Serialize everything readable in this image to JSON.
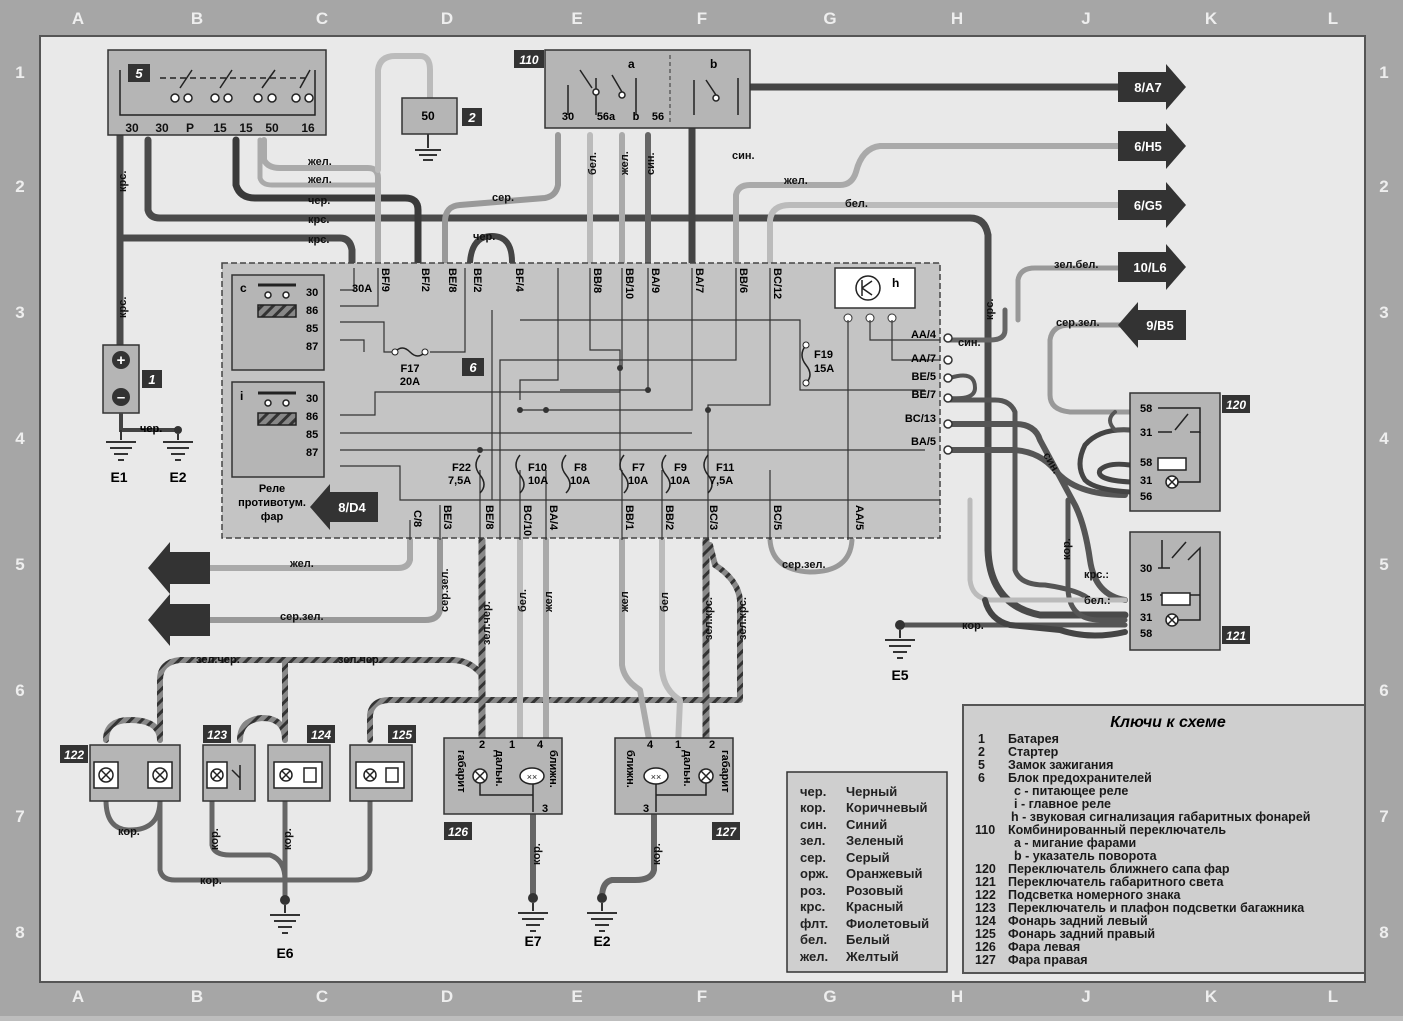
{
  "grid": {
    "columns": [
      "A",
      "B",
      "C",
      "D",
      "E",
      "F",
      "G",
      "H",
      "J",
      "K",
      "L"
    ],
    "rows": [
      "1",
      "2",
      "3",
      "4",
      "5",
      "6",
      "7",
      "8"
    ]
  },
  "components": {
    "c5": "5",
    "c2": "2",
    "c110": "110",
    "c6": "6",
    "c1": "1",
    "c120": "120",
    "c121": "121",
    "c122": "122",
    "c123": "123",
    "c124": "124",
    "c125": "125",
    "c126": "126",
    "c127": "127"
  },
  "ignition_terminals": [
    "30",
    "30",
    "P",
    "15",
    "15",
    "50",
    "16"
  ],
  "starter_terminal": "50",
  "switch110": {
    "terminals": [
      "30",
      "56a",
      "b",
      "56"
    ],
    "a": "a",
    "b": "b"
  },
  "connectors": [
    {
      "id": "c1",
      "text": "8/A7"
    },
    {
      "id": "c2",
      "text": "6/H5"
    },
    {
      "id": "c3",
      "text": "6/G5"
    },
    {
      "id": "c4",
      "text": "10/L6"
    },
    {
      "id": "c5",
      "text": "9/B5"
    },
    {
      "id": "c6",
      "text": "8/D4"
    }
  ],
  "fusebox_top_pins": [
    "30A",
    "BF/9",
    "BF/2",
    "BE/8",
    "BE/2",
    "BF/4",
    "BB/8",
    "BB/10",
    "BA/9",
    "BA/7",
    "BB/6",
    "BC/12"
  ],
  "fusebox_bottom_pins": [
    "C/8",
    "BE/3",
    "BE/8",
    "BC/10",
    "BA/4",
    "BB/1",
    "BB/2",
    "BC/3",
    "BC/5",
    "AA/5"
  ],
  "fusebox_right_pins": [
    "AA/4",
    "AA/7",
    "BE/5",
    "BE/7",
    "BC/13",
    "BA/5"
  ],
  "relay_c": {
    "label": "c",
    "pins": [
      "30",
      "86",
      "85",
      "87"
    ]
  },
  "relay_i": {
    "label": "i",
    "pins": [
      "30",
      "86",
      "85",
      "87"
    ]
  },
  "relay_caption": [
    "Реле",
    "противотум.",
    "фар"
  ],
  "buzzer_label": "h",
  "fuses": [
    {
      "name": "F17",
      "rating": "20A"
    },
    {
      "name": "F19",
      "rating": "15A"
    },
    {
      "name": "F22",
      "rating": "7,5A"
    },
    {
      "name": "F10",
      "rating": "10A"
    },
    {
      "name": "F8",
      "rating": "10A"
    },
    {
      "name": "F7",
      "rating": "10A"
    },
    {
      "name": "F9",
      "rating": "10A"
    },
    {
      "name": "F11",
      "rating": "7,5A"
    }
  ],
  "wire_labels": {
    "krs": "крс.",
    "zhel": "жел.",
    "cher": "чер.",
    "ser": "сер.",
    "bel": "бел.",
    "sin": "син.",
    "kor": "кор.",
    "zel_bel": "зел.бел.",
    "ser_zel": "сер.зел.",
    "zel_cher": "зел.чер.",
    "zel_krs": "зел.крс.",
    "zhel_dot": "жел",
    "bel_dot": "бел",
    "zhel_b": "жел",
    "krs_colon": "крс.:",
    "bel_colon": "бел.:"
  },
  "grounds": [
    "E1",
    "E2",
    "E5",
    "E6",
    "E7",
    "E2"
  ],
  "switch120_pins": [
    "58",
    "31",
    "58",
    "31",
    "56"
  ],
  "switch121_pins": [
    "30",
    "15",
    "31",
    "58"
  ],
  "lamps": {
    "gabarit": "габарит",
    "dalnij": "дальн.",
    "blizhn": "ближн.",
    "left_pins": [
      "2",
      "1",
      "4",
      "3"
    ],
    "right_pins": [
      "4",
      "1",
      "2",
      "3"
    ]
  },
  "color_legend": [
    {
      "abbr": "чер.",
      "name": "Черный"
    },
    {
      "abbr": "кор.",
      "name": "Коричневый"
    },
    {
      "abbr": "син.",
      "name": "Синий"
    },
    {
      "abbr": "зел.",
      "name": "Зеленый"
    },
    {
      "abbr": "сер.",
      "name": "Серый"
    },
    {
      "abbr": "орж.",
      "name": "Оранжевый"
    },
    {
      "abbr": "роз.",
      "name": "Розовый"
    },
    {
      "abbr": "крс.",
      "name": "Красный"
    },
    {
      "abbr": "флт.",
      "name": "Фиолетовый"
    },
    {
      "abbr": "бел.",
      "name": "Белый"
    },
    {
      "abbr": "жел.",
      "name": "Желтый"
    }
  ],
  "keys": {
    "title": "Ключи к схеме",
    "items": [
      {
        "num": "1",
        "text": "Батарея"
      },
      {
        "num": "2",
        "text": "Стартер"
      },
      {
        "num": "5",
        "text": "Замок зажигания"
      },
      {
        "num": "6",
        "text": "Блок предохранителей"
      },
      {
        "num": "",
        "text": "с - питающее реле"
      },
      {
        "num": "",
        "text": "i - главное реле"
      },
      {
        "num": "",
        "text": "h - звуковая сигнализация габаритных фонарей"
      },
      {
        "num": "110",
        "text": "Комбинированный переключатель"
      },
      {
        "num": "",
        "text": "а - мигание фарами"
      },
      {
        "num": "",
        "text": "b - указатель поворота"
      },
      {
        "num": "120",
        "text": "Переключатель ближнего сапа фар"
      },
      {
        "num": "121",
        "text": "Переключатель габаритного света"
      },
      {
        "num": "122",
        "text": "Подсветка номерного знака"
      },
      {
        "num": "123",
        "text": "Переключатель и плафон подсветки багажника"
      },
      {
        "num": "124",
        "text": "Фонарь задний левый"
      },
      {
        "num": "125",
        "text": "Фонарь задний правый"
      },
      {
        "num": "126",
        "text": "Фара левая"
      },
      {
        "num": "127",
        "text": "Фара правая"
      }
    ]
  }
}
